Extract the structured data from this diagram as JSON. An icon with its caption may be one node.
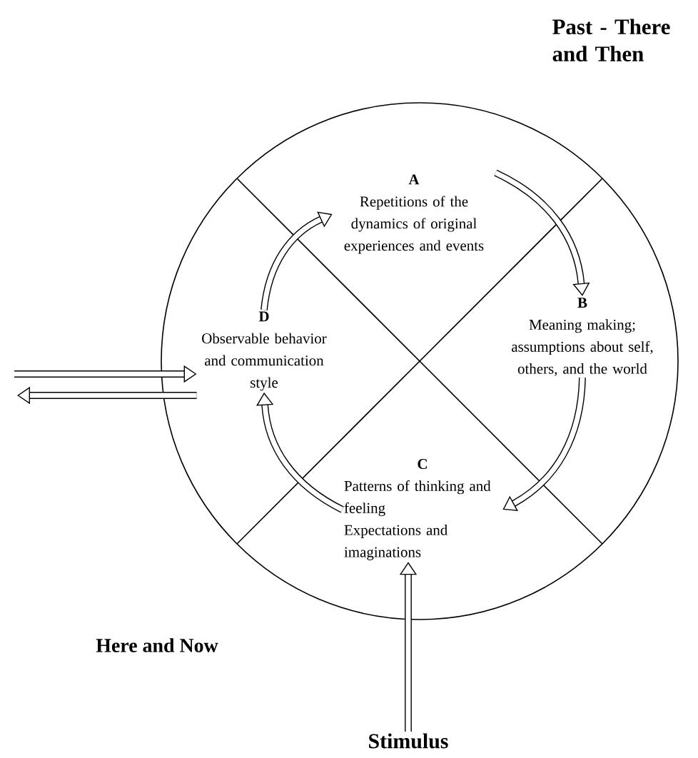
{
  "diagram": {
    "nodes": [
      {
        "text": [],
        "shape": "circle"
      },
      {
        "text": [
          "A",
          "Repetitions of the dynamics of original experiences and events"
        ],
        "in": 0
      },
      {
        "text": [
          "B",
          "Meaning making; assumptions about self, others, and the world"
        ],
        "in": 0
      },
      {
        "text": [
          "C",
          "Patterns of thinking and feeling",
          "Expectations and imaginations"
        ],
        "in": 0
      },
      {
        "text": [
          "D",
          "Observable behavior and communication style"
        ],
        "in": 0
      },
      {
        "text": [
          "Stimulus"
        ]
      }
    ],
    "edges": [
      {
        "from": 5,
        "to": 3,
        "arrow": "to"
      },
      {
        "from": null,
        "to": 4,
        "arrow": "to"
      },
      {
        "from": 4,
        "to": null,
        "arrow": "to"
      },
      {
        "from": 4,
        "to": 1,
        "arrow": "to"
      },
      {
        "from": 1,
        "to": 2,
        "arrow": "to"
      },
      {
        "from": 2,
        "to": 3,
        "arrow": "to"
      },
      {
        "from": 3,
        "to": 4,
        "arrow": "to"
      }
    ],
    "labels": [
      "Past - There and Then",
      "Here and Now"
    ]
  }
}
